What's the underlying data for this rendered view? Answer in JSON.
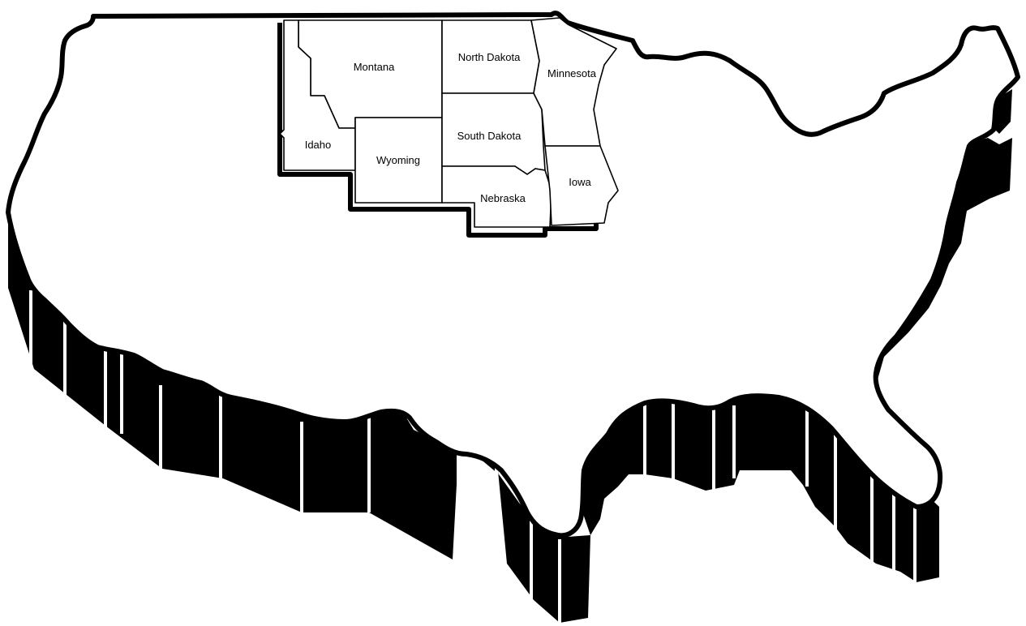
{
  "map": {
    "colors": {
      "outline": "#000000",
      "land": "#ffffff",
      "shadow": "#000000",
      "background": "#ffffff"
    },
    "states": [
      {
        "id": "montana",
        "label": "Montana"
      },
      {
        "id": "north-dakota",
        "label": "North Dakota"
      },
      {
        "id": "minnesota",
        "label": "Minnesota"
      },
      {
        "id": "idaho",
        "label": "Idaho"
      },
      {
        "id": "wyoming",
        "label": "Wyoming"
      },
      {
        "id": "south-dakota",
        "label": "South Dakota"
      },
      {
        "id": "nebraska",
        "label": "Nebraska"
      },
      {
        "id": "iowa",
        "label": "Iowa"
      }
    ]
  }
}
